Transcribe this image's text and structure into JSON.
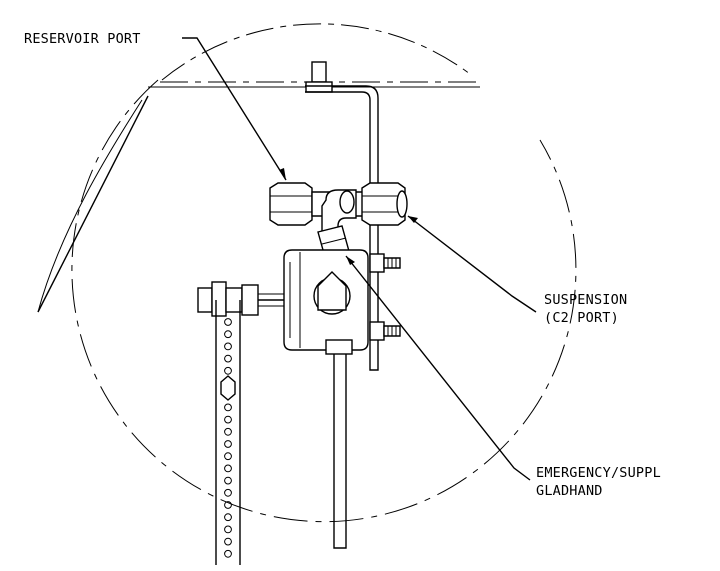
{
  "callouts": {
    "reservoir_port": "RESERVOIR PORT",
    "suspension_line1": "SUSPENSION",
    "suspension_line2": "(C2 PORT)",
    "emergency_line1": "EMERGENCY/SUPPL",
    "emergency_line2": "GLADHAND"
  }
}
